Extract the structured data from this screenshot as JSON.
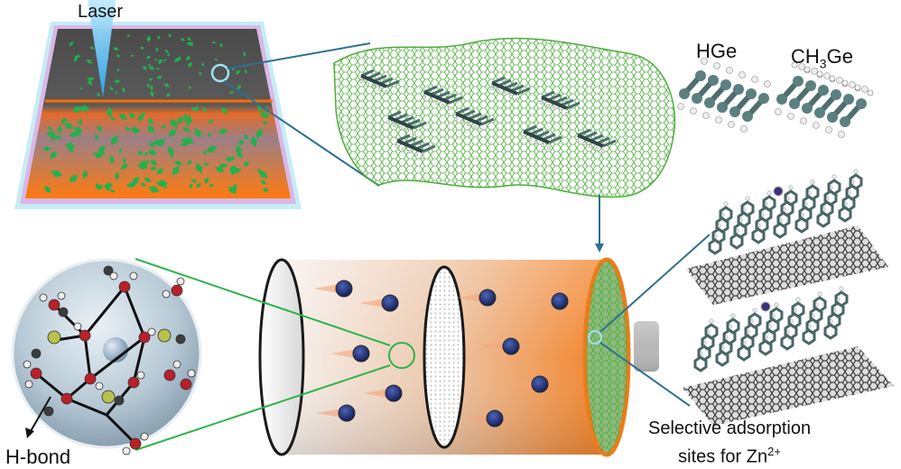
{
  "labels": {
    "laser": "Laser",
    "hge": "HGe",
    "ch3ge_prefix": "CH",
    "ch3ge_sub": "3",
    "ch3ge_suffix": "Ge",
    "hbond": "H-bond",
    "selective_line1": "Selective adsorption",
    "selective_line2_prefix": "sites for Zn",
    "selective_line2_sup": "2+"
  },
  "colors": {
    "substrate_orange": "#f7821e",
    "substrate_dark": "#505050",
    "graphene_green": "#4caf3b",
    "particle_green": "#22b14c",
    "ion_blue": "#1b2a6b",
    "connector_blue": "#2f6f8f",
    "connector_green": "#2db34a",
    "germanene_gray": "#4f6d6d"
  }
}
